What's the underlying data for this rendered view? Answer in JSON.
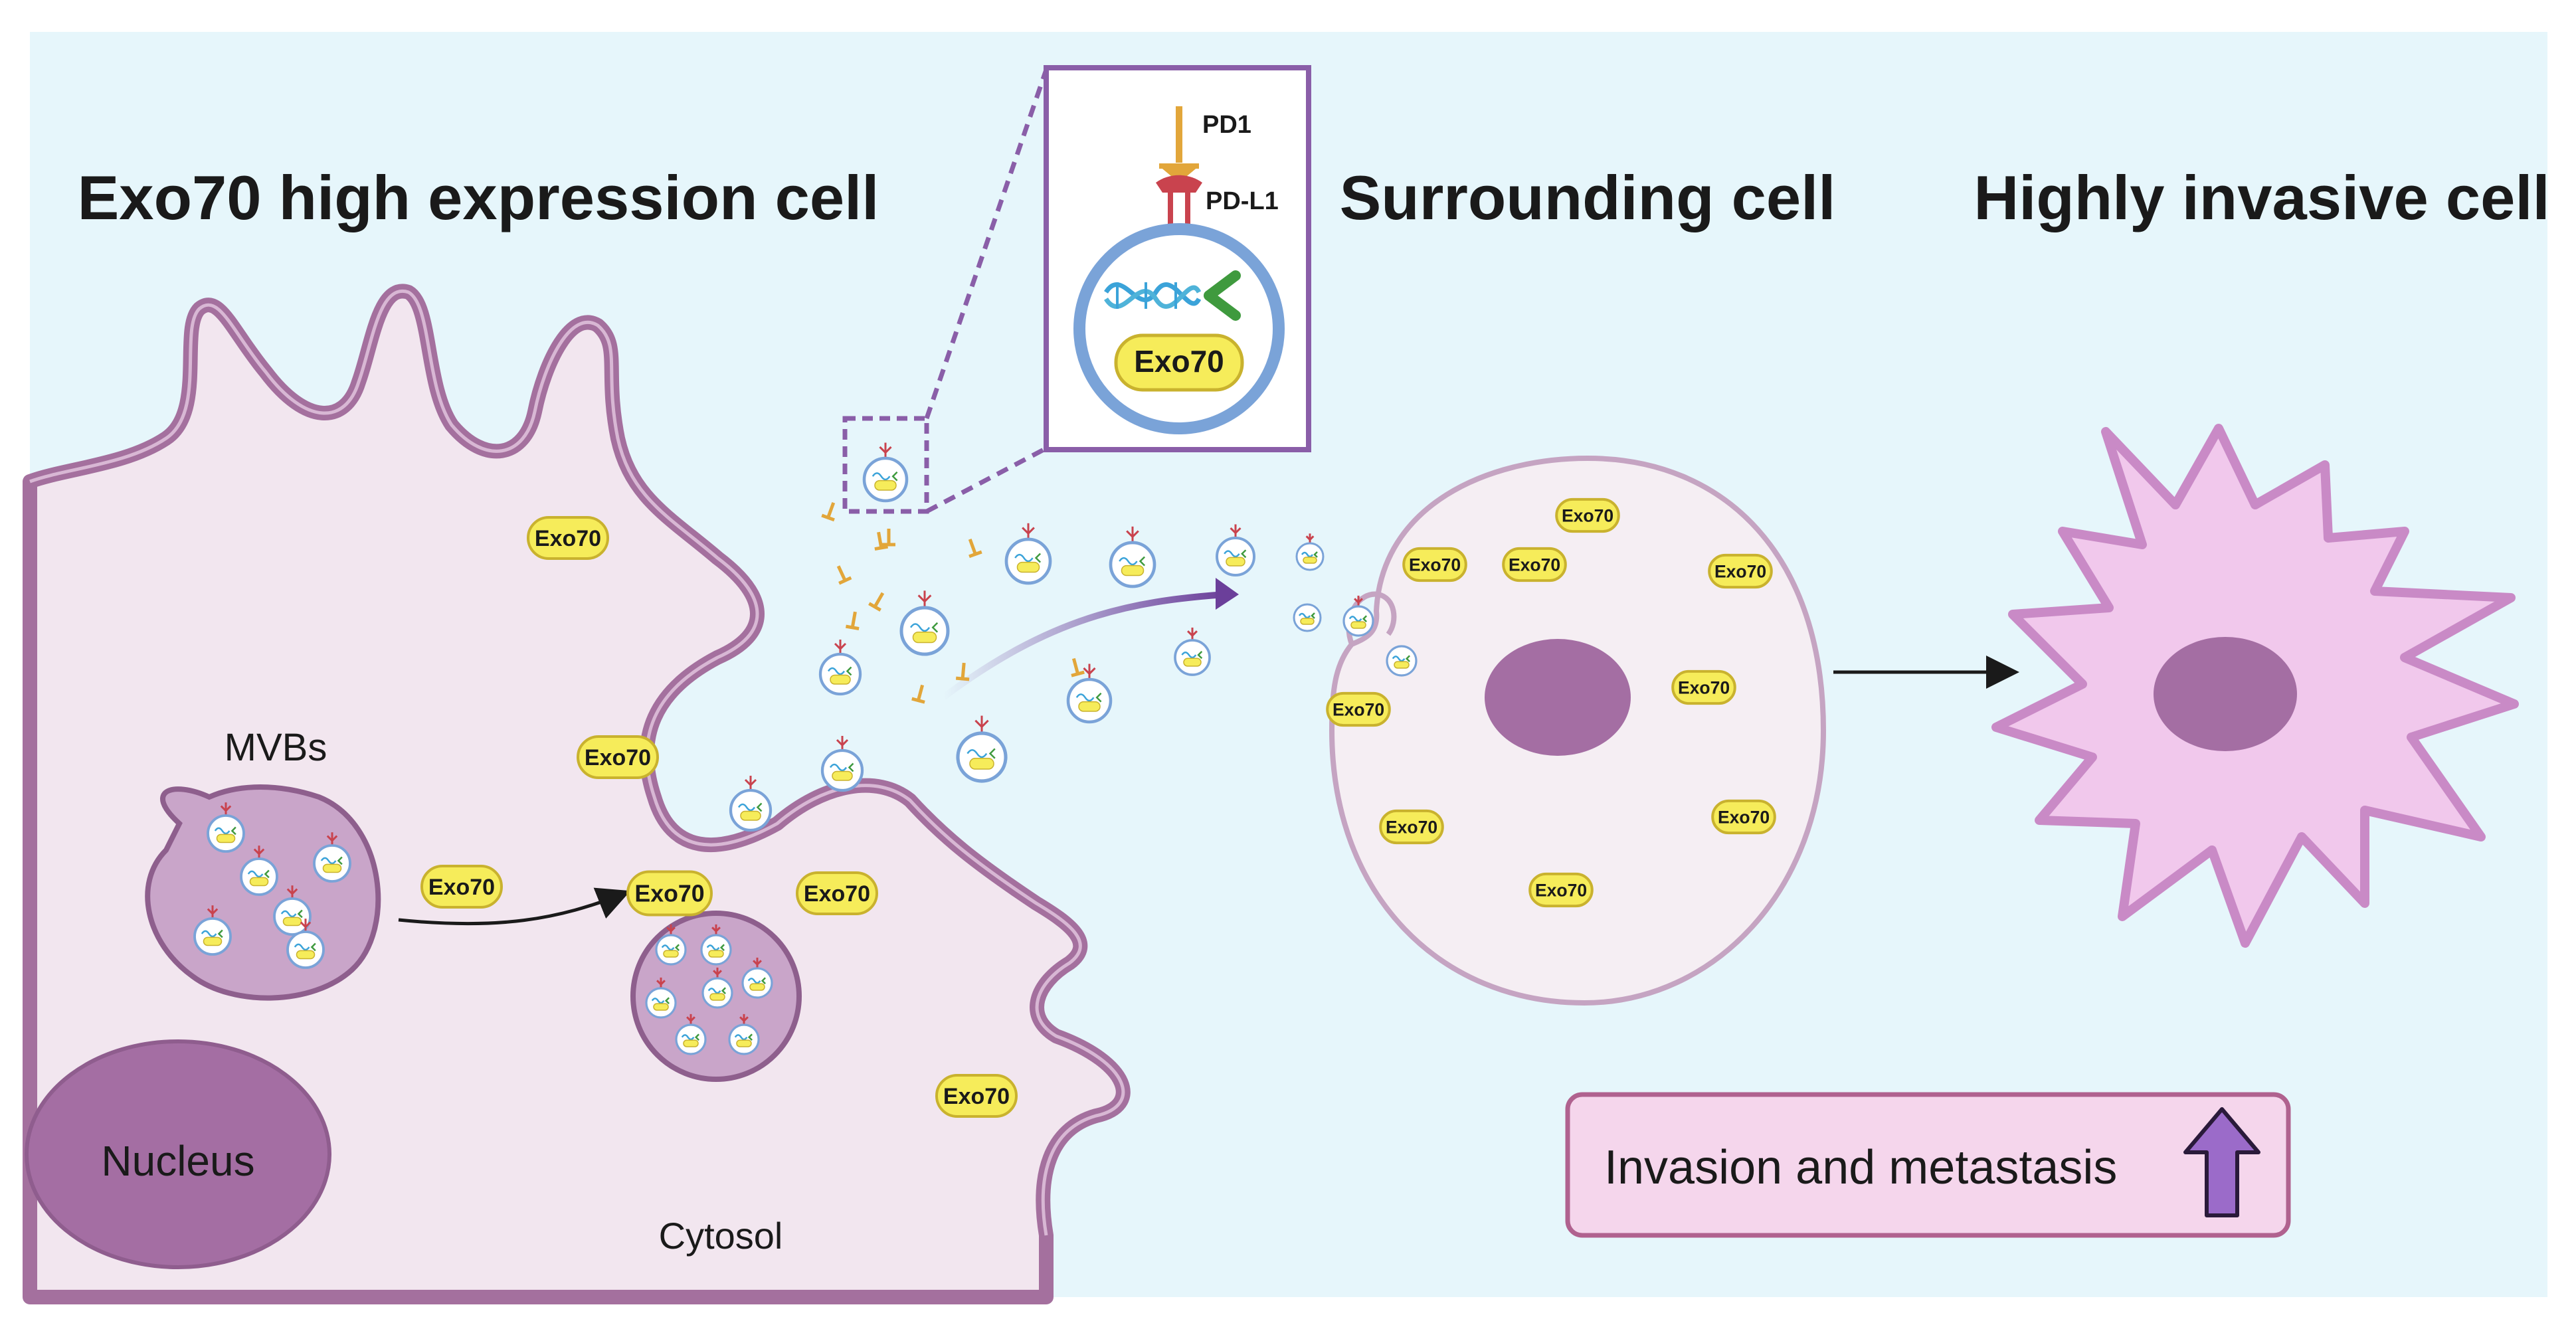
{
  "titles": {
    "left": "Exo70 high expression cell",
    "middle": "Surrounding cell",
    "right": "Highly invasive cell"
  },
  "labels": {
    "mvbs": "MVBs",
    "nucleus": "Nucleus",
    "cytosol": "Cytosol",
    "exo70": "Exo70",
    "pd1": "PD1",
    "pdl1": "PD-L1"
  },
  "outcome": {
    "text": "Invasion and metastasis"
  },
  "colors": {
    "background": "#e6f6fb",
    "cell_fill": "#f2e6ef",
    "membrane": "#a4709e",
    "nucleus": "#a46ea3",
    "mvb_fill": "#c9a5c9",
    "exo70_fill": "#f6ec5a",
    "exo70_stroke": "#c9b22e",
    "vesicle_stroke": "#7aa3d8",
    "surrounding_cell_fill": "#f5eef3",
    "invasive_cell_fill": "#f1c8ec",
    "invasive_cell_stroke": "#c98ac6",
    "outcome_box_fill": "#f5d6ec",
    "outcome_box_stroke": "#b0628f",
    "up_arrow": "#9b6bc9",
    "pd1": "#e2a63a",
    "pdl1": "#c9434e",
    "dna": "#3ba3d9",
    "green_marker": "#3f9a3e",
    "transport_arrow": "#6b3f9a"
  }
}
